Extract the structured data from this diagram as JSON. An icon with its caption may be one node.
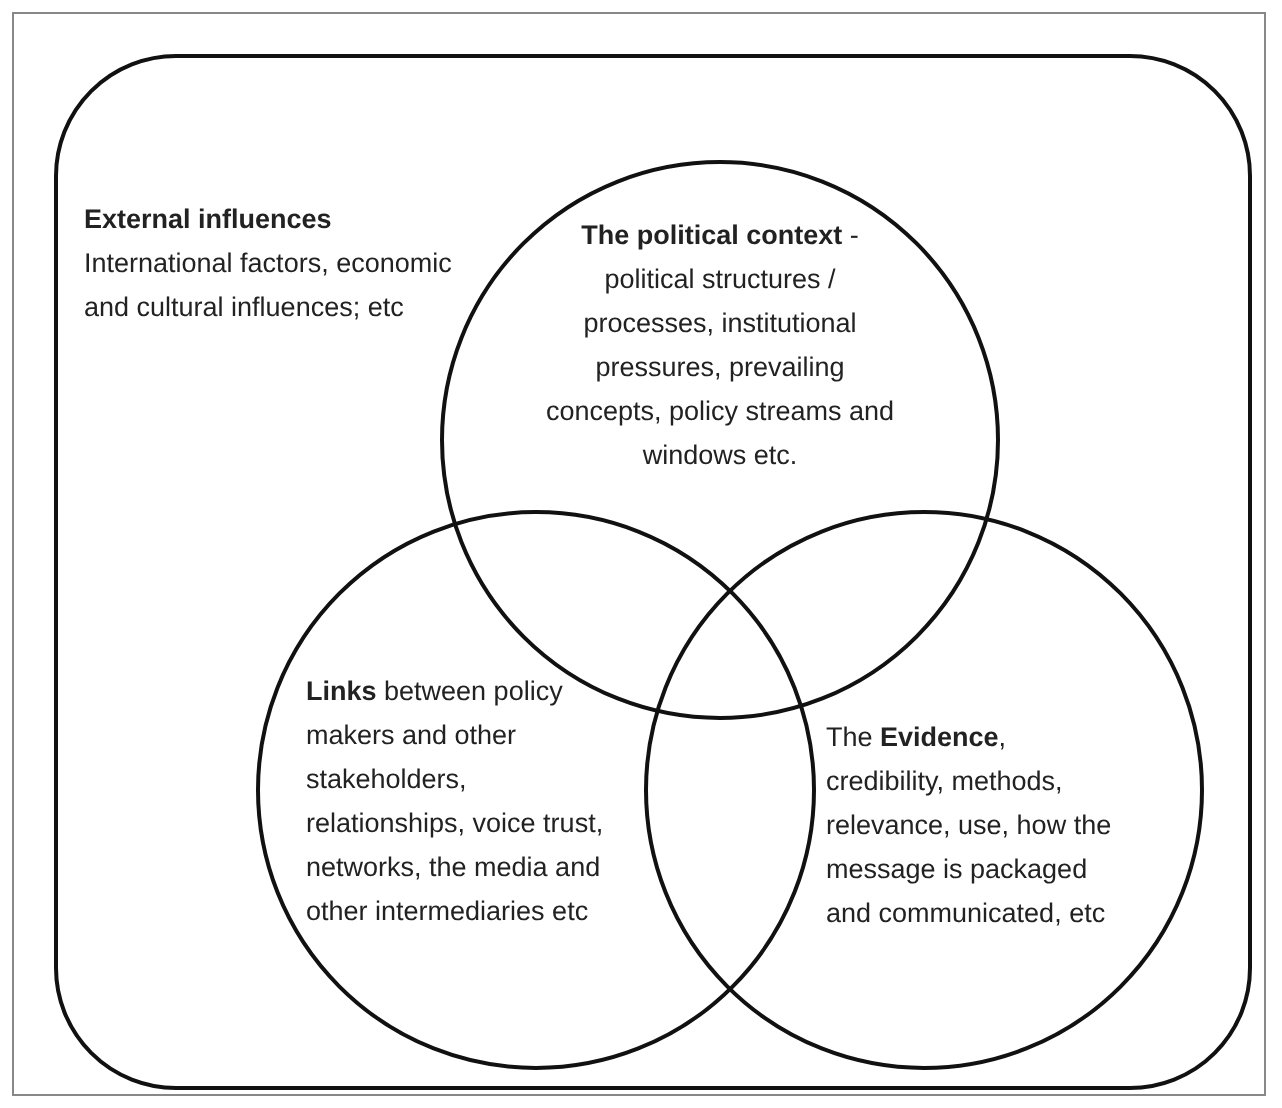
{
  "diagram": {
    "nodes": [
      {
        "text": [
          "External influences",
          "International factors, economic and cultural influences; etc"
        ]
      },
      {
        "text": [
          "**The political context** - political structures / processes, institutional pressures, prevailing concepts, policy streams and windows etc."
        ],
        "in": 0
      },
      {
        "text": [
          "**Links** between policy makers and other stakeholders, relationships, voice trust, networks, the media and other intermediaries etc"
        ],
        "in": 0
      },
      {
        "text": [
          "The **Evidence**, credibility, methods, relevance, use, how the message is packaged and communicated, etc"
        ],
        "in": 0
      }
    ]
  }
}
